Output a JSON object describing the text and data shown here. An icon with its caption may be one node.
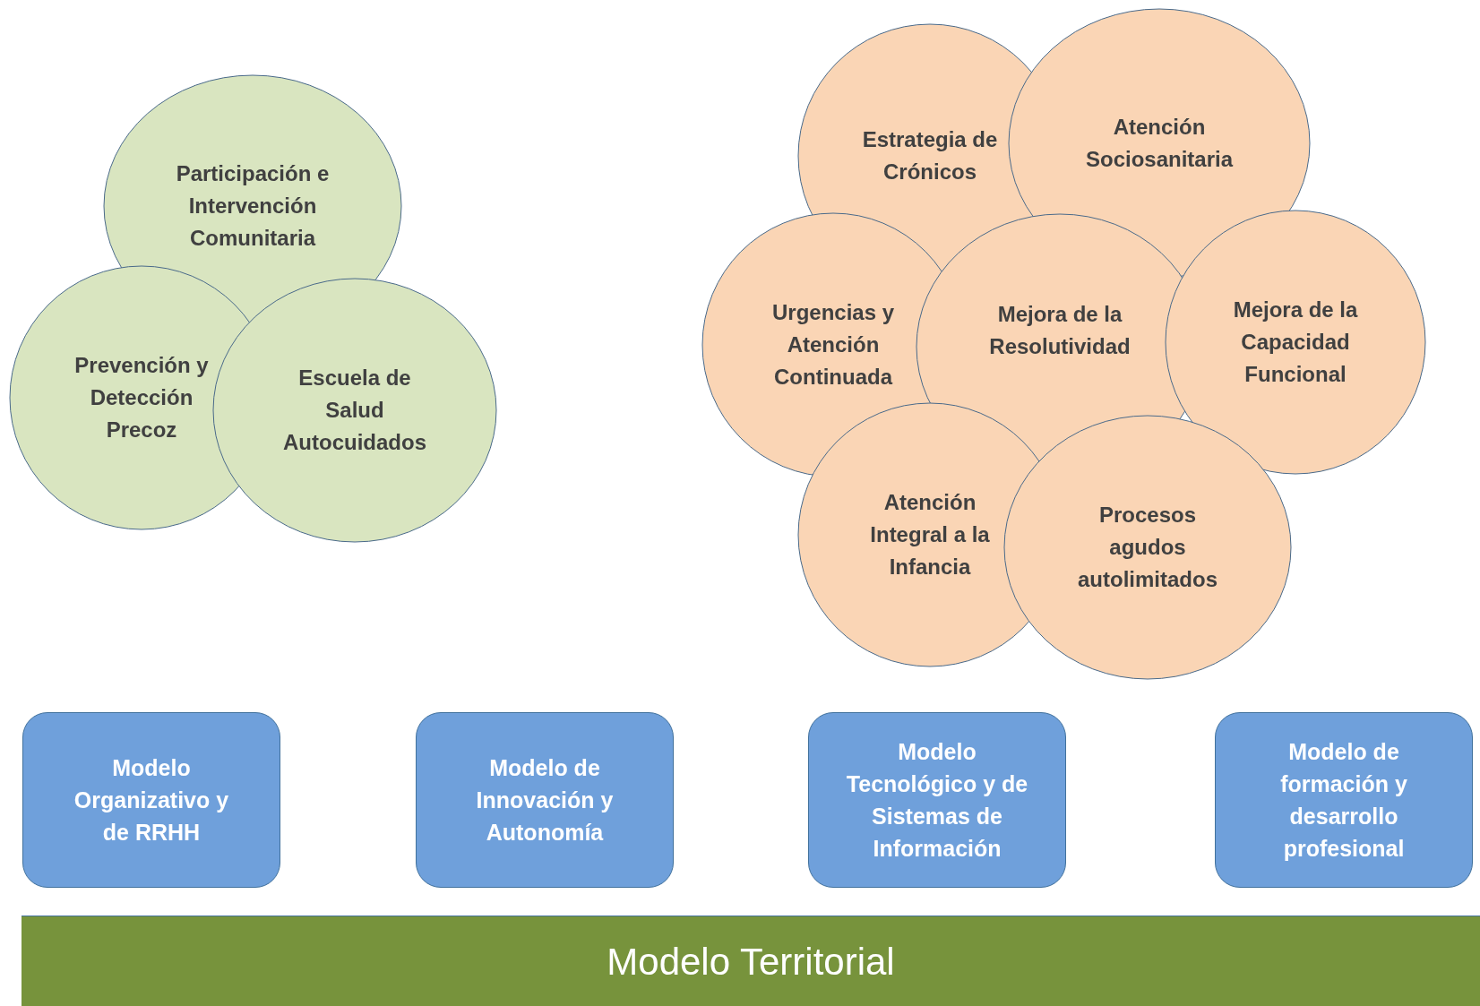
{
  "diagram": {
    "nodes": [
      {
        "text": [
          "Participación e Intervención Comunitaria"
        ]
      },
      {
        "text": [
          "Prevención y Detección Precoz"
        ]
      },
      {
        "text": [
          "Escuela de Salud Autocuidados"
        ]
      },
      {
        "text": [
          "Estrategia de Crónicos"
        ]
      },
      {
        "text": [
          "Atención Sociosanitaria"
        ]
      },
      {
        "text": [
          "Urgencias y Atención Continuada"
        ]
      },
      {
        "text": [
          "Mejora de la Resolutividad"
        ]
      },
      {
        "text": [
          "Mejora de la Capacidad Funcional"
        ]
      },
      {
        "text": [
          "Atención Integral a la Infancia"
        ]
      },
      {
        "text": [
          "Procesos agudos autolimitados"
        ]
      },
      {
        "text": [
          "Modelo Organizativo y de RRHH"
        ]
      },
      {
        "text": [
          "Modelo de Innovación y Autonomía"
        ]
      },
      {
        "text": [
          "Modelo Tecnológico y de Sistemas de Información"
        ]
      },
      {
        "text": [
          "Modelo de formación y desarrollo profesional"
        ]
      },
      {
        "text": [
          "Modelo Territorial"
        ]
      }
    ]
  }
}
